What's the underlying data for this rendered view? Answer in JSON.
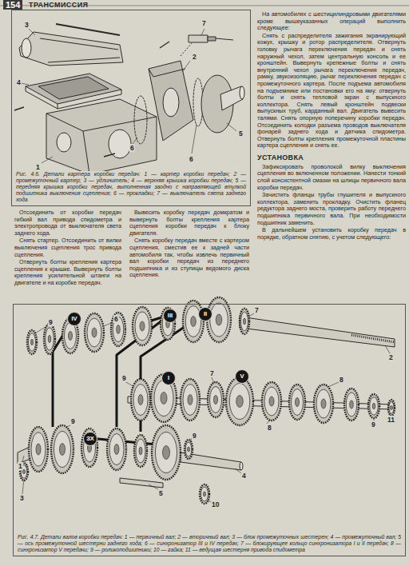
{
  "diagram": {
    "nodes": [
      {
        "text": [
          "Рис. 4.6. Детали картера коробки передач: 1 — картер коробки передач; 2 — промежуточный картер; 3 — удлинитель; 4 — верхняя крышка коробки передач; 5 — передняя крышка коробки передач, выполненная заодно с направляющей втулкой подшипника выключения сцепления; 6 — прокладки; 7 — выключатель света заднего хода"
        ]
      },
      {
        "text": [
          "Рис. 4.7. Детали валов коробки передач: 1 — первичный вал; 2 — вторичный вал; 3 — блок промежуточных шестерен; 4 — промежуточный вал; 5 — ось промежуточной шестерни заднего хода; 6 — синхронизатор III и IV передач; 7 — блокирующее кольцо синхронизатора I и II передач; 8 — синхронизатор V передачи; 9 — роликоподшипники; 10 — гайка; 11 — ведущая шестерня привода спидометра"
        ]
      },
      {
        "text": [
          "IV"
        ],
        "in": 1
      },
      {
        "text": [
          "III"
        ],
        "in": 1
      },
      {
        "text": [
          "II"
        ],
        "in": 1
      },
      {
        "text": [
          "I"
        ],
        "in": 1
      },
      {
        "text": [
          "V"
        ],
        "in": 1
      },
      {
        "text": [
          "ЗХ"
        ],
        "in": 1
      }
    ],
    "labels": [
      "154",
      "ТРАНСМИССИЯ",
      "На автомобилях с шестицилиндровыми двигателями кроме вышеуказанных операций выполнить следующее:",
      "Снять с распределителя зажигания экранирующий кожух, крышку и ротор распределителя. Отвернуть головку рычага переключения передач и снять наружный чехол, затем центральную консоль и ее кронштейн. Вывернуть крепежные болты и снять внутренний чехол рычага переключения передач, рамку, звукоизоляцию, рычаг переключения передач с промежуточного картера. После подъема автомобиля на подъемнике или постановки его на яму: отвернуть болты и снять тепловой экран с выпускного коллектора. Снять левый кронштейн подвески выпускных труб, карданный вал. Двигатель вывесить талями. Снять опорную поперечину коробки передач. Отсоединить колодки разъема проводов выключателя фонарей заднего хода и датчика спидометра. Отвернуть болты крепления промежуточной пластины картера сцепления и снять ее.",
      "УСТАНОВКА",
      "Зафиксировать проволокой вилку выключения сцепления во включенном положении. Нанести тонкий слой консистентной смазки на шлицы первичного вала коробки передач.",
      "Зачистить фланцы трубы глушителя и выпускного коллектора, заменить прокладку. Очистить фланец редуктора заднего моста, проверить работу переднего подшипника первичного вала. При необходимости подшипник заменить.",
      "В дальнейшем установить коробку передач в порядке, обратном снятию, с учетом следующего:",
      "Отсоединить от коробки передач гибкий вал привода спидометра и электропровода от выключателя света заднего хода.",
      "Снять стартер. Отсоединить от вилки выключения сцепления трос привода сцепления.",
      "Отвернуть болты крепления картера сцепления к крышке. Вывернуть болты крепления усилительной штанги на двигателе и на коробке передач.",
      "Вывесить коробку передач домкратом и вывернуть болты крепления картера сцепления коробки передач к блоку двигателя.",
      "Снять коробку передач вместе с картером сцепления, сместив ее к задней части автомобиля так, чтобы извлечь первичный вал коробки передач из переднего подшипника и из ступицы ведомого диска сцепления.",
      "3",
      "7",
      "4",
      "2",
      "6",
      "1",
      "5",
      "6",
      "7",
      "9",
      "6",
      "2",
      "9",
      "1",
      "7",
      "8",
      "11",
      "9",
      "8",
      "9",
      "3",
      "9",
      "10",
      "4",
      "5"
    ]
  }
}
